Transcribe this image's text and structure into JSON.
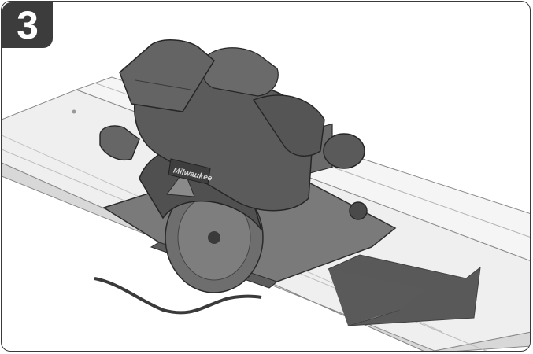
{
  "step": {
    "number": "3"
  },
  "tool": {
    "brand_text": "Milwaukee",
    "name": "plunge-circular-saw"
  },
  "colors": {
    "frame": "#3a3a3a",
    "badge": "#3c3c3c",
    "arrow": "#595959",
    "saw_body": "#5a5a5a",
    "rail": "#eeeeee"
  },
  "illustration": {
    "direction_arrow": "push-right"
  }
}
